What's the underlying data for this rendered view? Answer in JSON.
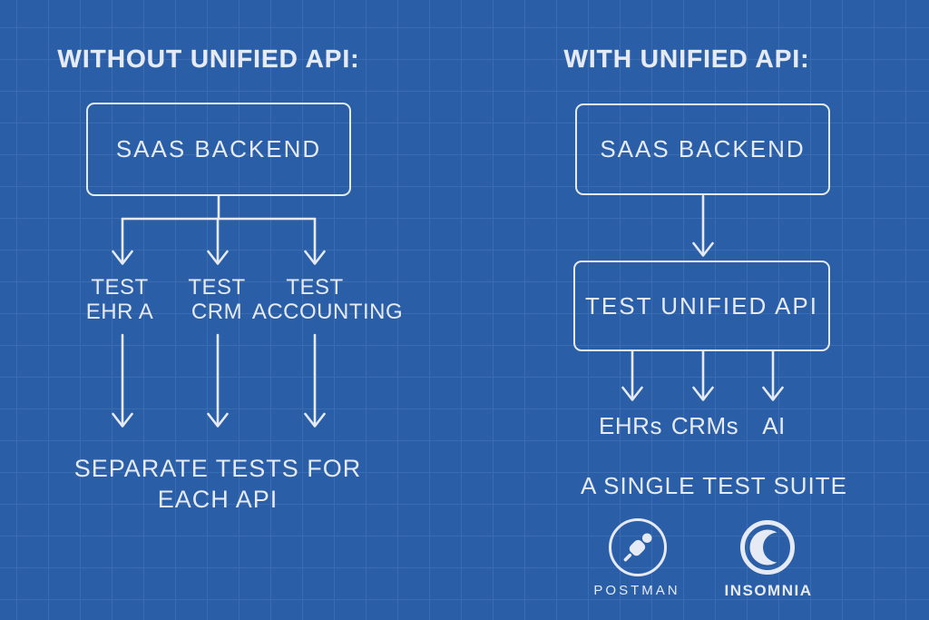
{
  "colors": {
    "background": "#2a5fa8",
    "grid": "#3a6cb2",
    "ink": "#e5eaf4"
  },
  "left_panel": {
    "title": "WITHOUT UNIFIED API:",
    "backend_box": "SAAS BACKEND",
    "branches": [
      {
        "line1": "TEST",
        "line2": "EHR A"
      },
      {
        "line1": "TEST",
        "line2": "CRM"
      },
      {
        "line1": "TEST",
        "line2": "ACCOUNTING"
      }
    ],
    "result_line1": "SEPARATE TESTS FOR",
    "result_line2": "EACH API"
  },
  "right_panel": {
    "title": "WITH UNIFIED API:",
    "backend_box": "SAAS BACKEND",
    "unified_box": "TEST UNIFIED API",
    "targets": [
      "EHRs",
      "CRMs",
      "AI"
    ],
    "result": "A SINGLE TEST SUITE",
    "tools": [
      {
        "name": "POSTMAN",
        "icon": "postman-astronaut-icon"
      },
      {
        "name": "INSOMNIA",
        "icon": "insomnia-moon-icon"
      }
    ]
  }
}
